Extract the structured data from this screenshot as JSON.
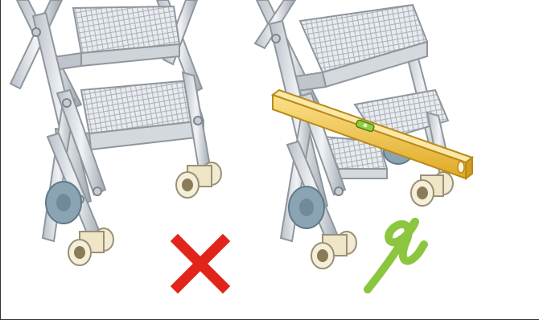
{
  "figure": {
    "panels": [
      {
        "id": "incorrect",
        "mark": "cross-icon",
        "meaning": "incorrect"
      },
      {
        "id": "correct",
        "mark": "check-icon",
        "meaning": "correct"
      }
    ]
  },
  "colors": {
    "metal": "#d9dde2",
    "metal_dark": "#9aa1a9",
    "tread": "#e8ebee",
    "roller": "#efe6c8",
    "wheel": "#8aa4b4",
    "level": "#f3c542",
    "bubble": "#8fcf3a",
    "cross": "#e1251b",
    "check": "#8cc63f"
  }
}
